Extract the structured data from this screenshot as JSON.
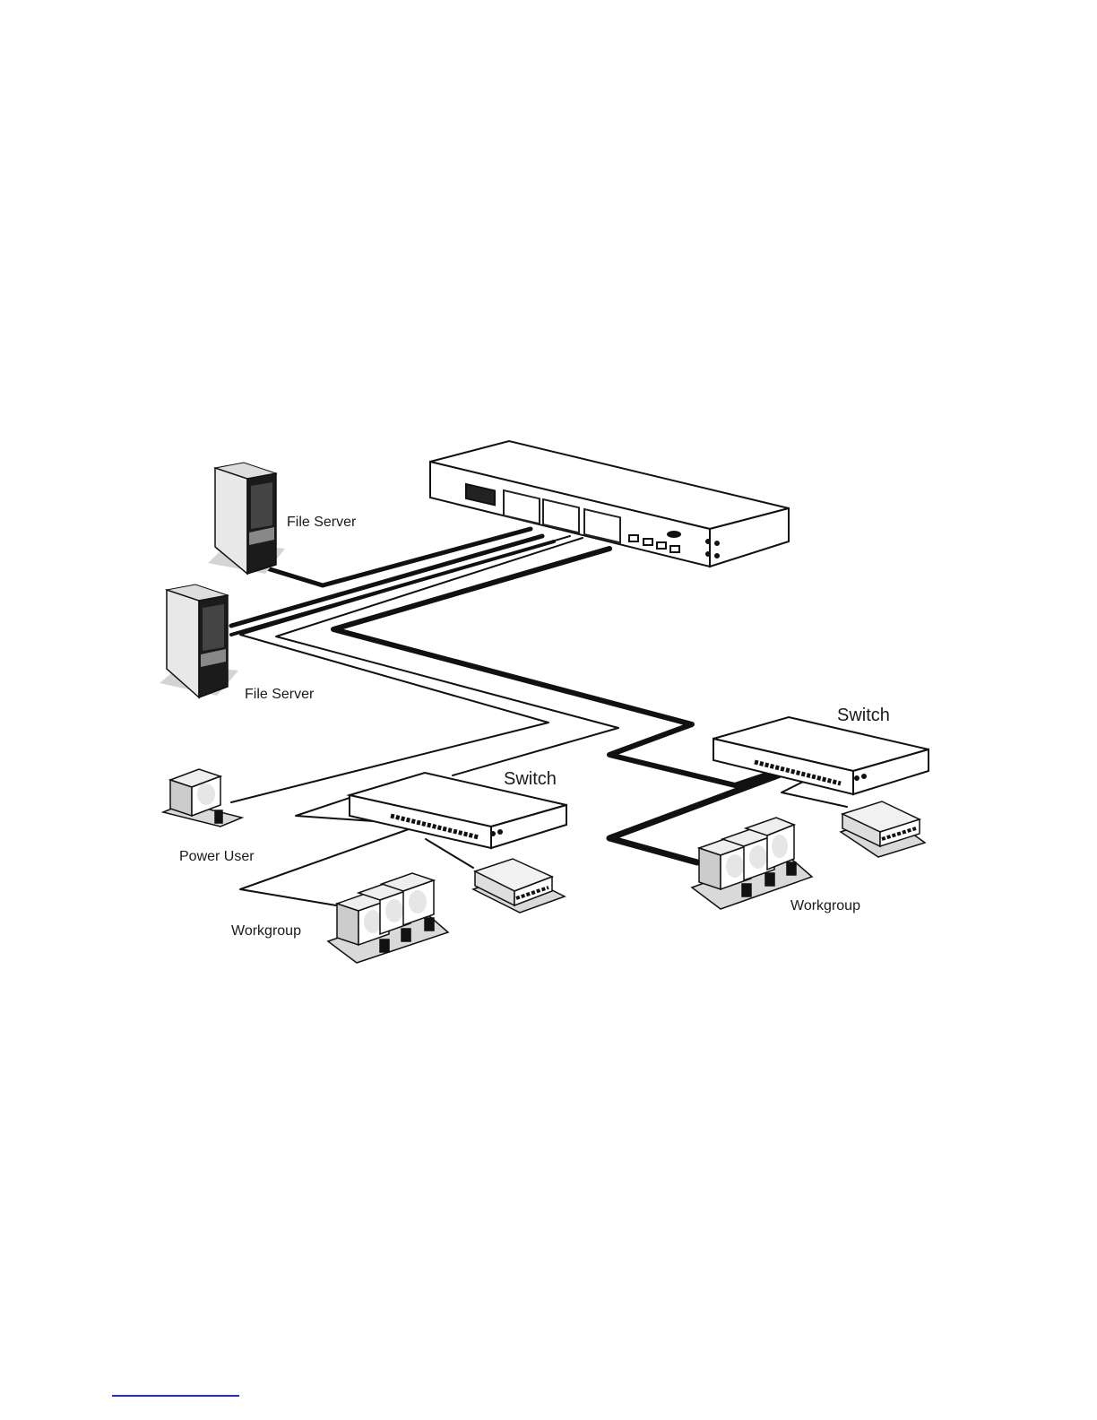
{
  "diagram": {
    "labels": {
      "file_server_1": "File Server",
      "file_server_2": "File Server",
      "switch_right": "Switch",
      "switch_center": "Switch",
      "power_user": "Power User",
      "workgroup_left": "Workgroup",
      "workgroup_right": "Workgroup"
    },
    "colors": {
      "line": "#111111",
      "device_fill": "#ffffff",
      "tower_dark": "#1b1b1b",
      "shadow": "#d4d4d4",
      "screen": "#e6e6e6",
      "footnote_rule": "#2a2ad8"
    }
  },
  "footnote": {
    "has_rule": true
  }
}
